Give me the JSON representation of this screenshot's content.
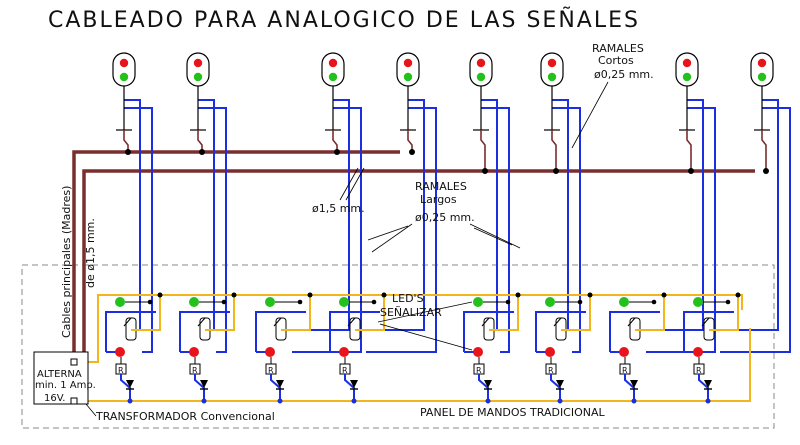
{
  "title": "CABLEADO PARA ANALOGICO DE LAS SEÑALES",
  "labels": {
    "ramales_cortos_1": "RAMALES",
    "ramales_cortos_2": "Cortos",
    "ramales_cortos_3": "ø0,25 mm.",
    "main_gauge": "ø1,5 mm.",
    "ramales_largos_1": "RAMALES",
    "ramales_largos_2": "Largos",
    "ramales_largos_3": "ø0,25 mm.",
    "cables_principales": "Cables principales (Madres)",
    "cables_gauge": "de ø1,5 mm.",
    "leds_1": "LED'S",
    "leds_2": "SEÑALIZAR",
    "alterna_1": "ALTERNA",
    "alterna_2": "min. 1 Amp.",
    "alterna_3": "16V.",
    "transformador": "TRANSFORMADOR Convencional",
    "panel": "PANEL DE MANDOS TRADICIONAL",
    "resistor": "R"
  },
  "signals_count": 8,
  "colors": {
    "brown": "#7a2e2e",
    "blue": "#1b2ee0",
    "yellow": "#f2b51c",
    "red": "#e8141b",
    "green": "#24c01c",
    "black": "#000000",
    "gray": "#888888"
  }
}
